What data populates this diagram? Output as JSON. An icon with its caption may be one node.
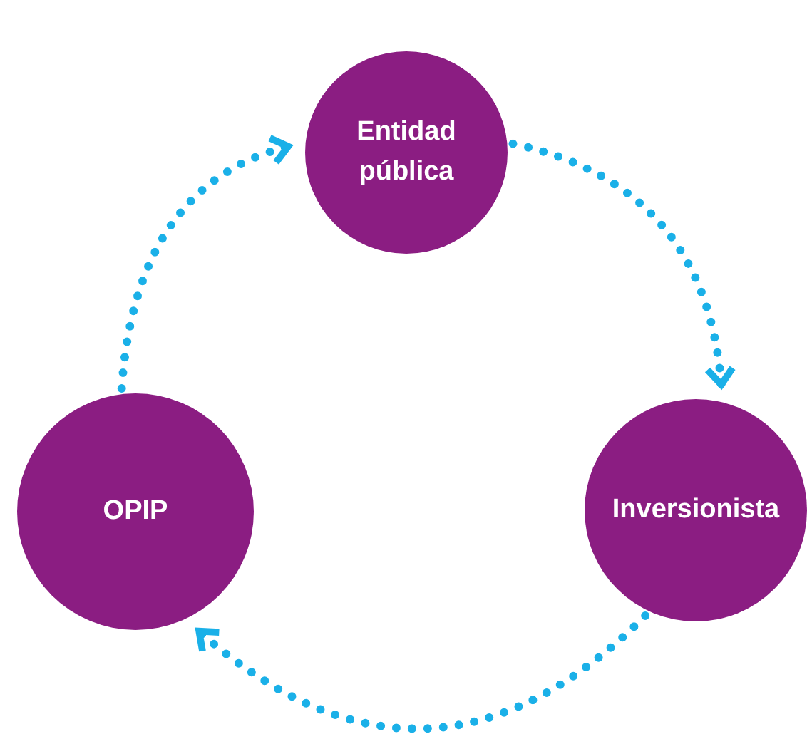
{
  "diagram": {
    "nodes": [
      {
        "text": [
          "Entidad pública"
        ]
      },
      {
        "text": [
          "OPIP"
        ]
      },
      {
        "text": [
          "Inversionista"
        ]
      }
    ],
    "edges": [
      {
        "from": 1,
        "to": 0,
        "arrow": "to",
        "style": "dashed"
      },
      {
        "from": 0,
        "to": 2,
        "arrow": "to",
        "style": "dashed"
      },
      {
        "from": 2,
        "to": 1,
        "arrow": "to",
        "style": "dashed"
      }
    ]
  }
}
